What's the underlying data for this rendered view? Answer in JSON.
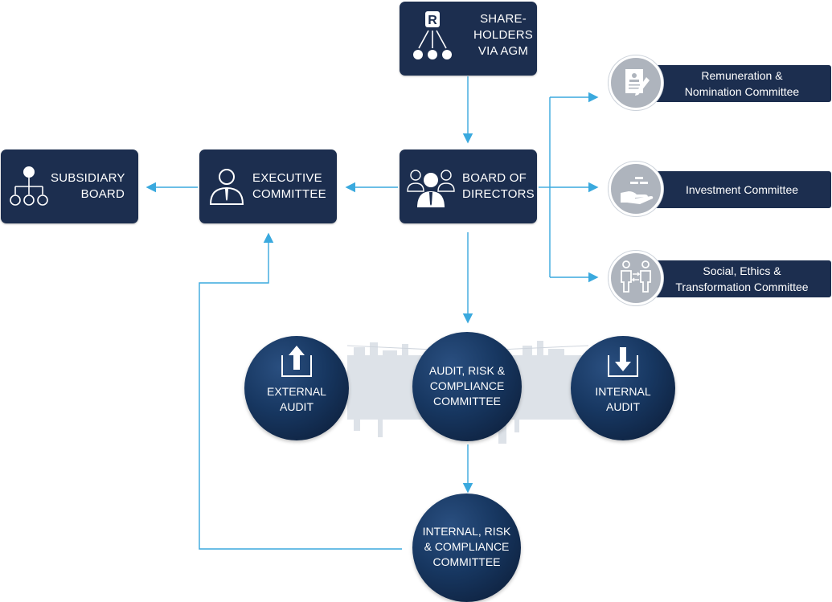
{
  "nodes": {
    "shareholders": {
      "line1": "SHARE-",
      "line2": "HOLDERS",
      "line3": "VIA AGM",
      "icon": "shareholders-network-icon"
    },
    "board": {
      "line1": "BOARD OF",
      "line2": "DIRECTORS",
      "icon": "directors-group-icon"
    },
    "executive": {
      "line1": "EXECUTIVE",
      "line2": "COMMITTEE",
      "icon": "executive-person-icon"
    },
    "subsidiary": {
      "line1": "SUBSIDIARY",
      "line2": "BOARD",
      "icon": "org-hierarchy-icon"
    },
    "remuneration": {
      "line1": "Remuneration &",
      "line2": "Nomination Committee",
      "icon": "document-pen-icon"
    },
    "investment": {
      "line1": "Investment Committee",
      "icon": "hand-coins-icon"
    },
    "social": {
      "line1": "Social, Ethics &",
      "line2": "Transformation Committee",
      "icon": "people-exchange-icon"
    },
    "external_audit": {
      "line1": "EXTERNAL",
      "line2": "AUDIT",
      "icon": "upload-arrow-icon"
    },
    "audit_risk": {
      "line1": "AUDIT, RISK &",
      "line2": "COMPLIANCE",
      "line3": "COMMITTEE"
    },
    "internal_audit": {
      "line1": "INTERNAL",
      "line2": "AUDIT",
      "icon": "download-arrow-icon"
    },
    "internal_risk": {
      "line1": "INTERNAL, RISK",
      "line2": "& COMPLIANCE",
      "line3": "COMMITTEE"
    }
  },
  "colors": {
    "box": "#1c2e4f",
    "connector": "#3aa9de",
    "icon_circle": "#aeb4bd",
    "skyline": "#dfe3e8"
  }
}
